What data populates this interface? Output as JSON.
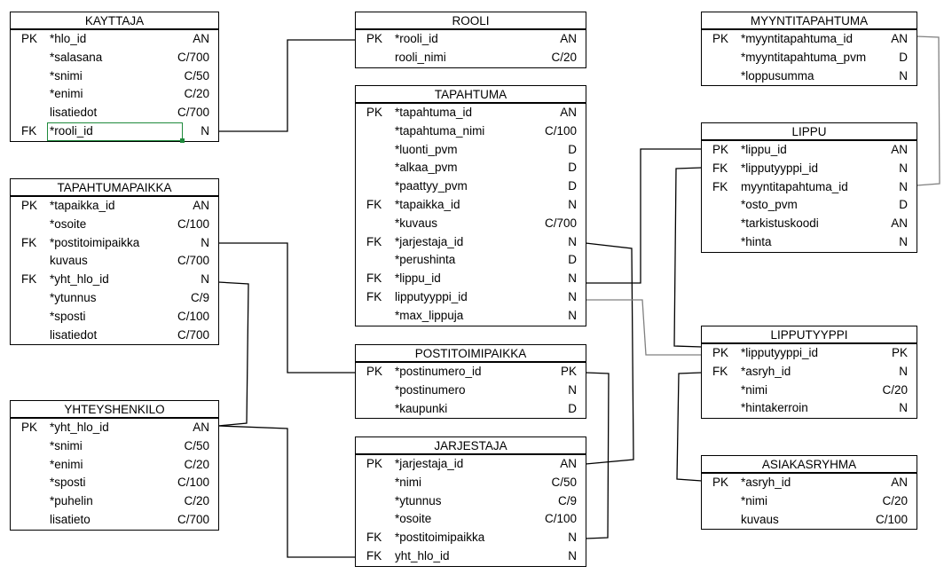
{
  "entities": [
    {
      "id": "kayttaja",
      "title": "KAYTTAJA",
      "rows": [
        {
          "key": "PK",
          "name": "*hlo_id",
          "type": "AN"
        },
        {
          "key": "",
          "name": "*salasana",
          "type": "C/700"
        },
        {
          "key": "",
          "name": "*snimi",
          "type": "C/50"
        },
        {
          "key": "",
          "name": "*enimi",
          "type": "C/20"
        },
        {
          "key": "",
          "name": "lisatiedot",
          "type": "C/700"
        },
        {
          "key": "FK",
          "name": "*rooli_id",
          "type": "N",
          "selected": true
        }
      ]
    },
    {
      "id": "tapahtumapaikka",
      "title": "TAPAHTUMAPAIKKA",
      "rows": [
        {
          "key": "PK",
          "name": "*tapaikka_id",
          "type": "AN"
        },
        {
          "key": "",
          "name": "*osoite",
          "type": "C/100"
        },
        {
          "key": "FK",
          "name": "*postitoimipaikka",
          "type": "N"
        },
        {
          "key": "",
          "name": "kuvaus",
          "type": "C/700"
        },
        {
          "key": "FK",
          "name": "*yht_hlo_id",
          "type": "N"
        },
        {
          "key": "",
          "name": "*ytunnus",
          "type": "C/9"
        },
        {
          "key": "",
          "name": "*sposti",
          "type": "C/100"
        },
        {
          "key": "",
          "name": "lisatiedot",
          "type": "C/700"
        }
      ]
    },
    {
      "id": "yhteyshenkilo",
      "title": "YHTEYSHENKILO",
      "rows": [
        {
          "key": "PK",
          "name": "*yht_hlo_id",
          "type": "AN"
        },
        {
          "key": "",
          "name": "*snimi",
          "type": "C/50"
        },
        {
          "key": "",
          "name": "*enimi",
          "type": "C/20"
        },
        {
          "key": "",
          "name": "*sposti",
          "type": "C/100"
        },
        {
          "key": "",
          "name": "*puhelin",
          "type": "C/20"
        },
        {
          "key": "",
          "name": "lisatieto",
          "type": "C/700"
        }
      ]
    },
    {
      "id": "rooli",
      "title": "ROOLI",
      "rows": [
        {
          "key": "PK",
          "name": "*rooli_id",
          "type": "AN"
        },
        {
          "key": "",
          "name": "rooli_nimi",
          "type": "C/20"
        }
      ]
    },
    {
      "id": "tapahtuma",
      "title": "TAPAHTUMA",
      "rows": [
        {
          "key": "PK",
          "name": "*tapahtuma_id",
          "type": "AN"
        },
        {
          "key": "",
          "name": "*tapahtuma_nimi",
          "type": "C/100"
        },
        {
          "key": "",
          "name": "*luonti_pvm",
          "type": "D"
        },
        {
          "key": "",
          "name": "*alkaa_pvm",
          "type": "D"
        },
        {
          "key": "",
          "name": "*paattyy_pvm",
          "type": "D"
        },
        {
          "key": "FK",
          "name": "*tapaikka_id",
          "type": "N"
        },
        {
          "key": "",
          "name": "*kuvaus",
          "type": "C/700"
        },
        {
          "key": "FK",
          "name": "*jarjestaja_id",
          "type": "N"
        },
        {
          "key": "",
          "name": "*perushinta",
          "type": "D"
        },
        {
          "key": "FK",
          "name": "*lippu_id",
          "type": "N"
        },
        {
          "key": "FK",
          "name": "lipputyyppi_id",
          "type": "N"
        },
        {
          "key": "",
          "name": "*max_lippuja",
          "type": "N"
        }
      ]
    },
    {
      "id": "postitoimipaikka",
      "title": "POSTITOIMIPAIKKA",
      "rows": [
        {
          "key": "PK",
          "name": "*postinumero_id",
          "type": "PK"
        },
        {
          "key": "",
          "name": "*postinumero",
          "type": "N"
        },
        {
          "key": "",
          "name": "*kaupunki",
          "type": "D"
        }
      ]
    },
    {
      "id": "jarjestaja",
      "title": "JARJESTAJA",
      "rows": [
        {
          "key": "PK",
          "name": "*jarjestaja_id",
          "type": "AN"
        },
        {
          "key": "",
          "name": "*nimi",
          "type": "C/50"
        },
        {
          "key": "",
          "name": "*ytunnus",
          "type": "C/9"
        },
        {
          "key": "",
          "name": "*osoite",
          "type": "C/100"
        },
        {
          "key": "FK",
          "name": "*postitoimipaikka",
          "type": "N"
        },
        {
          "key": "FK",
          "name": "yht_hlo_id",
          "type": "N"
        }
      ]
    },
    {
      "id": "myyntitapahtuma",
      "title": "MYYNTITAPAHTUMA",
      "rows": [
        {
          "key": "PK",
          "name": "*myyntitapahtuma_id",
          "type": "AN"
        },
        {
          "key": "",
          "name": "*myyntitapahtuma_pvm",
          "type": "D"
        },
        {
          "key": "",
          "name": "*loppusumma",
          "type": "N"
        }
      ]
    },
    {
      "id": "lippu",
      "title": "LIPPU",
      "rows": [
        {
          "key": "PK",
          "name": "*lippu_id",
          "type": "AN"
        },
        {
          "key": "FK",
          "name": "*lipputyyppi_id",
          "type": "N"
        },
        {
          "key": "FK",
          "name": "myyntitapahtuma_id",
          "type": "N"
        },
        {
          "key": "",
          "name": "*osto_pvm",
          "type": "D"
        },
        {
          "key": "",
          "name": "*tarkistuskoodi",
          "type": "AN"
        },
        {
          "key": "",
          "name": "*hinta",
          "type": "N"
        }
      ]
    },
    {
      "id": "lipputyyppi",
      "title": "LIPPUTYYPPI",
      "rows": [
        {
          "key": "PK",
          "name": "*lipputyyppi_id",
          "type": "PK"
        },
        {
          "key": "FK",
          "name": "*asryh_id",
          "type": "N"
        },
        {
          "key": "",
          "name": "*nimi",
          "type": "C/20"
        },
        {
          "key": "",
          "name": "*hintakerroin",
          "type": "N"
        }
      ]
    },
    {
      "id": "asiakasryhma",
      "title": "ASIAKASRYHMA",
      "rows": [
        {
          "key": "PK",
          "name": "*asryh_id",
          "type": "AN"
        },
        {
          "key": "",
          "name": "*nimi",
          "type": "C/20"
        },
        {
          "key": "",
          "name": "kuvaus",
          "type": "C/100"
        }
      ]
    }
  ],
  "relationships": [
    {
      "id": "rooli-kayttaja",
      "color": "#000000"
    },
    {
      "id": "postitoimipaikka-tapahtumapaikka",
      "color": "#000000"
    },
    {
      "id": "yhteyshenkilo-tapahtumapaikka",
      "color": "#000000"
    },
    {
      "id": "yhteyshenkilo-jarjestaja",
      "color": "#000000"
    },
    {
      "id": "postitoimipaikka-jarjestaja",
      "color": "#000000"
    },
    {
      "id": "jarjestaja-tapahtuma",
      "color": "#000000"
    },
    {
      "id": "lippu-tapahtuma",
      "color": "#000000"
    },
    {
      "id": "lipputyyppi-tapahtuma",
      "color": "#808080"
    },
    {
      "id": "lipputyyppi-lippu",
      "color": "#000000"
    },
    {
      "id": "myyntitapahtuma-lippu",
      "color": "#808080"
    },
    {
      "id": "asiakasryhma-lipputyyppi",
      "color": "#000000"
    }
  ],
  "colors": {
    "border": "#000000",
    "selection": "#1f8a3c",
    "gray_connector": "#808080"
  }
}
